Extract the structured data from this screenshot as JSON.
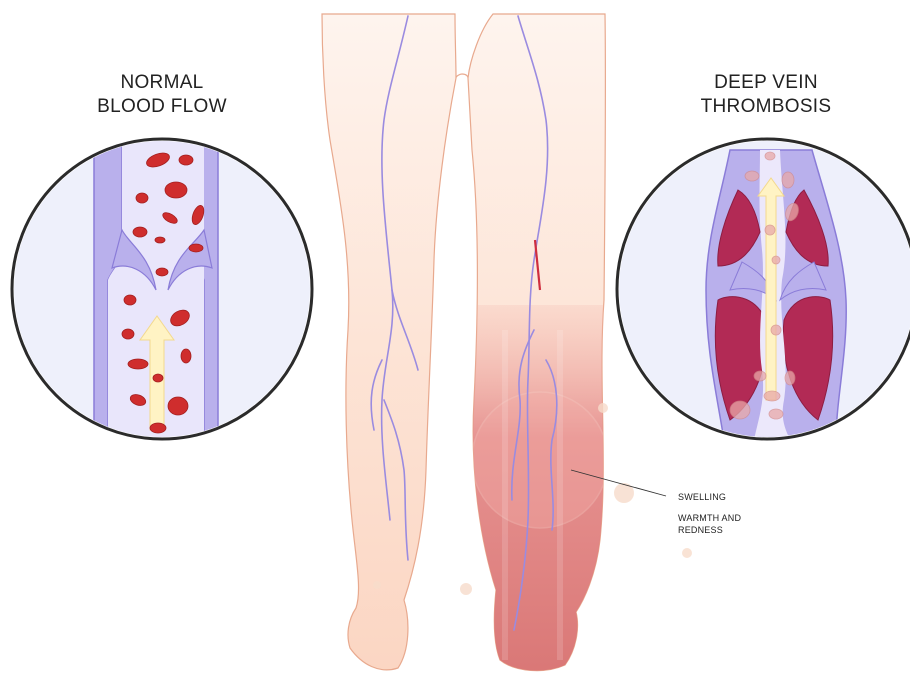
{
  "labels": {
    "normal_line1": "NORMAL",
    "normal_line2": "BLOOD FLOW",
    "dvt_line1": "DEEP VEIN",
    "dvt_line2": "THROMBOSIS"
  },
  "annotations": {
    "swelling": "SWELLING",
    "warmth_line1": "WARMTH AND",
    "warmth_line2": "REDNESS"
  },
  "colors": {
    "skin": "#fbdfcd",
    "vein": "#9a8be0",
    "redness": "#d9606a",
    "clot": "#b22a55",
    "blood_cell": "#cf2d2d",
    "flow_arrow": "#fff3c4",
    "vessel_fill": "#dcd6f5",
    "circle_border": "#2b2b2b"
  }
}
